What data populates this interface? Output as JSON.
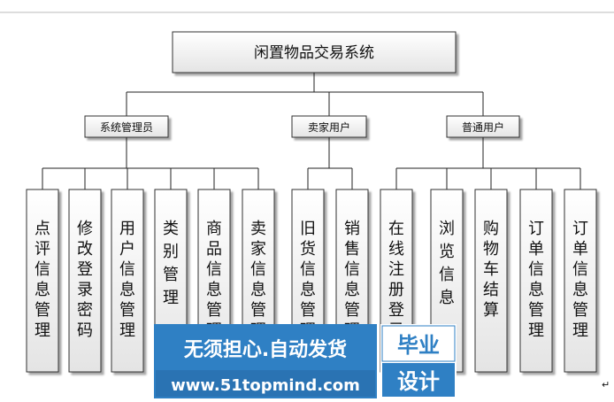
{
  "diagram": {
    "root": "闲置物品交易系统",
    "roles": [
      {
        "label": "系统管理员",
        "leaves": [
          "点评信息管理",
          "修改登录密码",
          "用户信息管理",
          "类别管理",
          "商品信息管理",
          "卖家信息管理"
        ]
      },
      {
        "label": "卖家用户",
        "leaves": [
          "旧货信息管理",
          "销售信息管理"
        ]
      },
      {
        "label": "普通用户",
        "leaves": [
          "在线注册登录",
          "浏览信息",
          "购物车结算",
          "订单信息管理",
          "订单信息管理"
        ]
      }
    ]
  },
  "watermark": {
    "line1": "无须担心.自动发货",
    "line2": "www.51topmind.com",
    "badge_top": "毕业",
    "badge_bottom": "设计"
  },
  "paragraph_mark": "↵",
  "colors": {
    "box_fill": "#f4f4f4",
    "line": "#222222",
    "watermark_bg": "#2f80c4",
    "watermark_text": "#ffffff"
  }
}
